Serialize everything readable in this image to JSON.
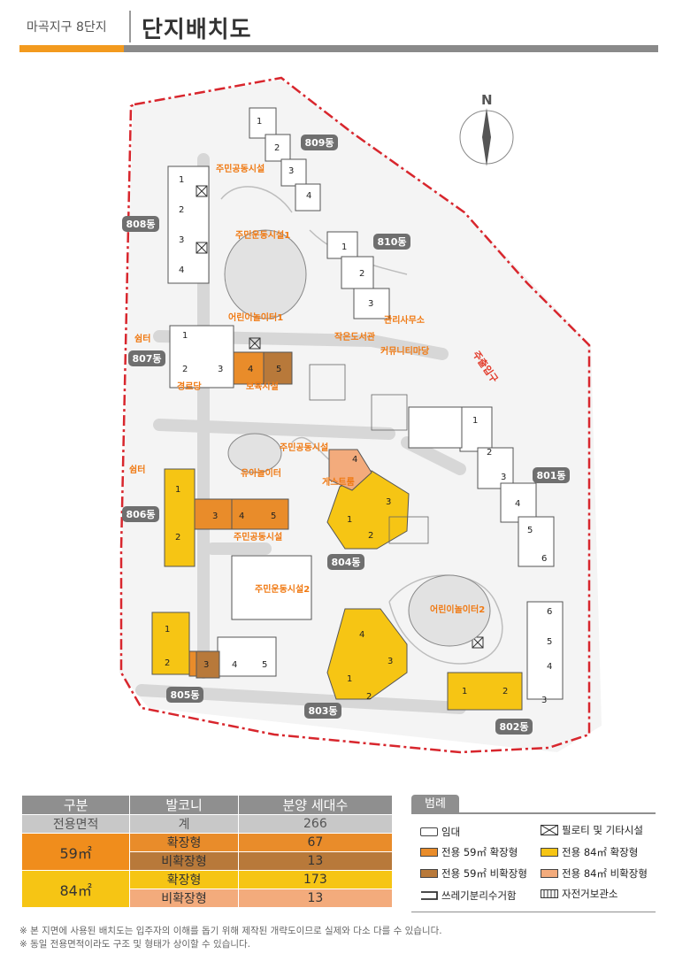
{
  "header": {
    "subtitle": "마곡지구 8단지",
    "title": "단지배치도"
  },
  "map": {
    "compass_label": "N",
    "buildings": [
      {
        "id": "b809",
        "label": "809동"
      },
      {
        "id": "b808",
        "label": "808동"
      },
      {
        "id": "b810",
        "label": "810동"
      },
      {
        "id": "b807",
        "label": "807동"
      },
      {
        "id": "b806",
        "label": "806동"
      },
      {
        "id": "b801",
        "label": "801동"
      },
      {
        "id": "b804",
        "label": "804동"
      },
      {
        "id": "b805",
        "label": "805동"
      },
      {
        "id": "b803",
        "label": "803동"
      },
      {
        "id": "b802",
        "label": "802동"
      }
    ],
    "facilities": [
      {
        "id": "f1",
        "label": "주민공동시설"
      },
      {
        "id": "f2",
        "label": "주민운동시설1"
      },
      {
        "id": "f3",
        "label": "어린이놀이터1"
      },
      {
        "id": "f4",
        "label": "관리사무소"
      },
      {
        "id": "f5",
        "label": "작은도서관"
      },
      {
        "id": "f6",
        "label": "쉼터"
      },
      {
        "id": "f7",
        "label": "경로당"
      },
      {
        "id": "f8",
        "label": "보육시설"
      },
      {
        "id": "f9",
        "label": "주민공동시설"
      },
      {
        "id": "f10",
        "label": "유아놀이터"
      },
      {
        "id": "f11",
        "label": "쉼터"
      },
      {
        "id": "f12",
        "label": "게스트룸"
      },
      {
        "id": "f13",
        "label": "주민공동시설"
      },
      {
        "id": "f14",
        "label": "주민운동시설2"
      },
      {
        "id": "f15",
        "label": "어린이놀이터2"
      },
      {
        "id": "f16",
        "label": "커뮤니티마당"
      },
      {
        "id": "f17",
        "label": "주출입구"
      }
    ]
  },
  "table": {
    "headers": [
      "구분",
      "발코니",
      "분양 세대수"
    ],
    "area_row": {
      "label": "전용면적",
      "balcony": "계",
      "count": "266"
    },
    "rows": [
      {
        "area": "59㎡",
        "items": [
          {
            "balcony": "확장형",
            "count": "67"
          },
          {
            "balcony": "비확장형",
            "count": "13"
          }
        ]
      },
      {
        "area": "84㎡",
        "items": [
          {
            "balcony": "확장형",
            "count": "173"
          },
          {
            "balcony": "비확장형",
            "count": "13"
          }
        ]
      }
    ]
  },
  "legend": {
    "title": "범례",
    "items": [
      {
        "id": "rental",
        "label": "임대",
        "color": "#ffffff"
      },
      {
        "id": "piloti",
        "label": "필로티 및 기타시설",
        "color": "#ffffff"
      },
      {
        "id": "59ext",
        "label": "전용 59㎡ 확장형",
        "color": "#e98c2a"
      },
      {
        "id": "84ext",
        "label": "전용 84㎡ 확장형",
        "color": "#f6c514"
      },
      {
        "id": "59non",
        "label": "전용 59㎡ 비확장형",
        "color": "#b8793a"
      },
      {
        "id": "84non",
        "label": "전용 84㎡ 비확장형",
        "color": "#f3ab7c"
      },
      {
        "id": "trash",
        "label": "쓰레기분리수거함",
        "color": "#ffffff"
      },
      {
        "id": "bike",
        "label": "자전거보관소",
        "color": "#ffffff"
      }
    ]
  },
  "notes": [
    "※ 본 지면에 사용된 배치도는 입주자의 이해를 돕기 위해 제작된 개략도이므로 실제와 다소 다를 수 있습니다.",
    "※ 동일 전용면적이라도 구조 및 형태가 상이할 수 있습니다."
  ]
}
